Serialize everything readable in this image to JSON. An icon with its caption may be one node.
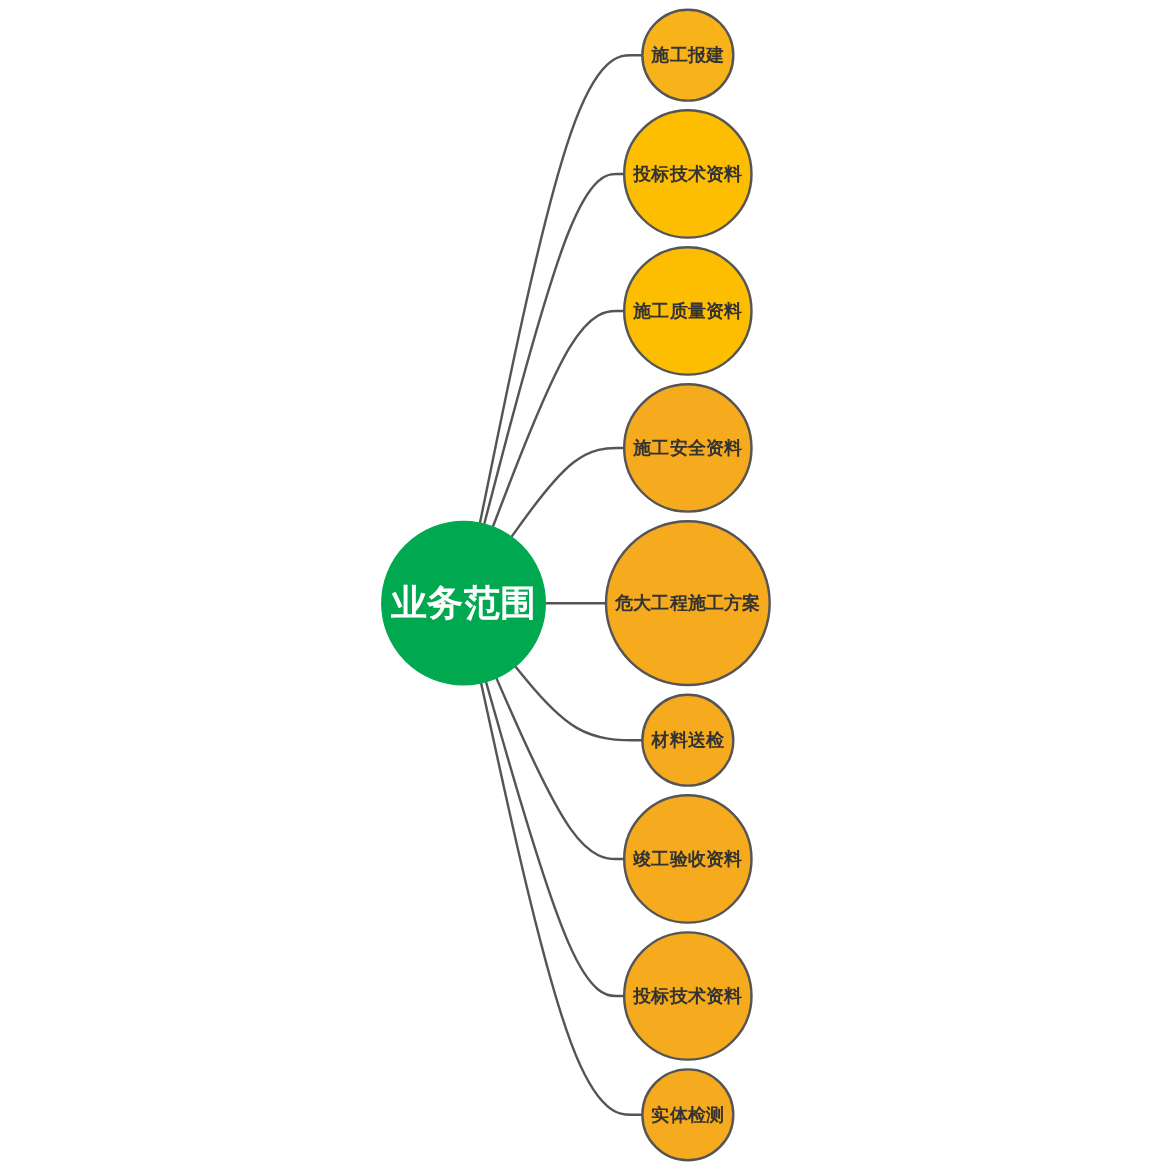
{
  "diagram": {
    "nodes": [
      {
        "text": [
          "业务范围"
        ]
      },
      {
        "text": [
          "施工报建"
        ]
      },
      {
        "text": [
          "投标技术资料"
        ]
      },
      {
        "text": [
          "施工质量资料"
        ]
      },
      {
        "text": [
          "施工安全资料"
        ]
      },
      {
        "text": [
          "危大工程施工方案"
        ]
      },
      {
        "text": [
          "材料送检"
        ]
      },
      {
        "text": [
          "竣工验收资料"
        ]
      },
      {
        "text": [
          "投标技术资料"
        ]
      },
      {
        "text": [
          "实体检测"
        ]
      }
    ],
    "edges": [
      {
        "from": 0,
        "to": 1,
        "arrow": "none"
      },
      {
        "from": 0,
        "to": 2,
        "arrow": "none"
      },
      {
        "from": 0,
        "to": 3,
        "arrow": "none"
      },
      {
        "from": 0,
        "to": 4,
        "arrow": "none"
      },
      {
        "from": 0,
        "to": 5,
        "arrow": "none"
      },
      {
        "from": 0,
        "to": 6,
        "arrow": "none"
      },
      {
        "from": 0,
        "to": 7,
        "arrow": "none"
      },
      {
        "from": 0,
        "to": 8,
        "arrow": "none"
      },
      {
        "from": 0,
        "to": 9,
        "arrow": "none"
      }
    ]
  }
}
